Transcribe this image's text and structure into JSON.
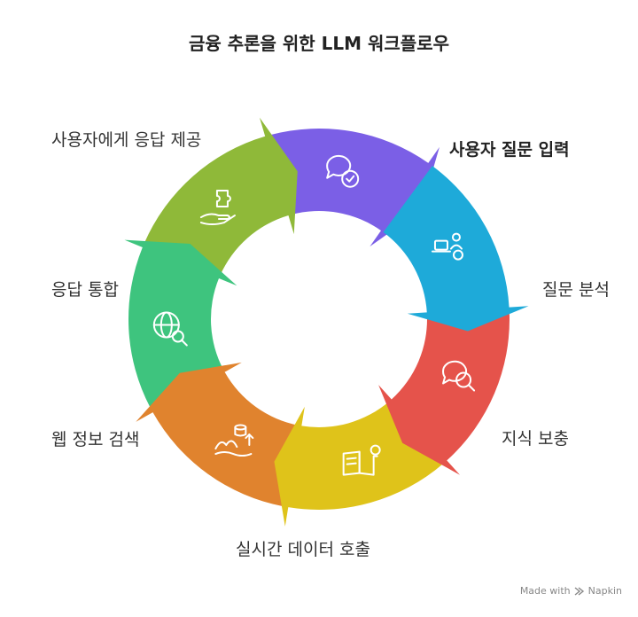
{
  "title": "금융 추론을 위한 LLM 워크플로우",
  "steps": [
    {
      "label": "사용자 질문 입력",
      "color": "#1eaad9",
      "icon": "user-laptop-icon"
    },
    {
      "label": "질문 분석",
      "color": "#e5534b",
      "icon": "chat-search-icon"
    },
    {
      "label": "지식 보충",
      "color": "#dfc31a",
      "icon": "book-lightbulb-icon"
    },
    {
      "label": "실시간 데이터 호출",
      "color": "#e0832e",
      "icon": "database-arrow-icon"
    },
    {
      "label": "웹 정보 검색",
      "color": "#3ec47e",
      "icon": "globe-search-icon"
    },
    {
      "label": "응답 통합",
      "color": "#8fb939",
      "icon": "puzzle-hand-icon"
    },
    {
      "label": "사용자에게 응답 제공",
      "color": "#7b5fe6",
      "icon": "chat-check-icon"
    }
  ],
  "footer": {
    "made_with": "Made with",
    "brand": "Napkin"
  }
}
